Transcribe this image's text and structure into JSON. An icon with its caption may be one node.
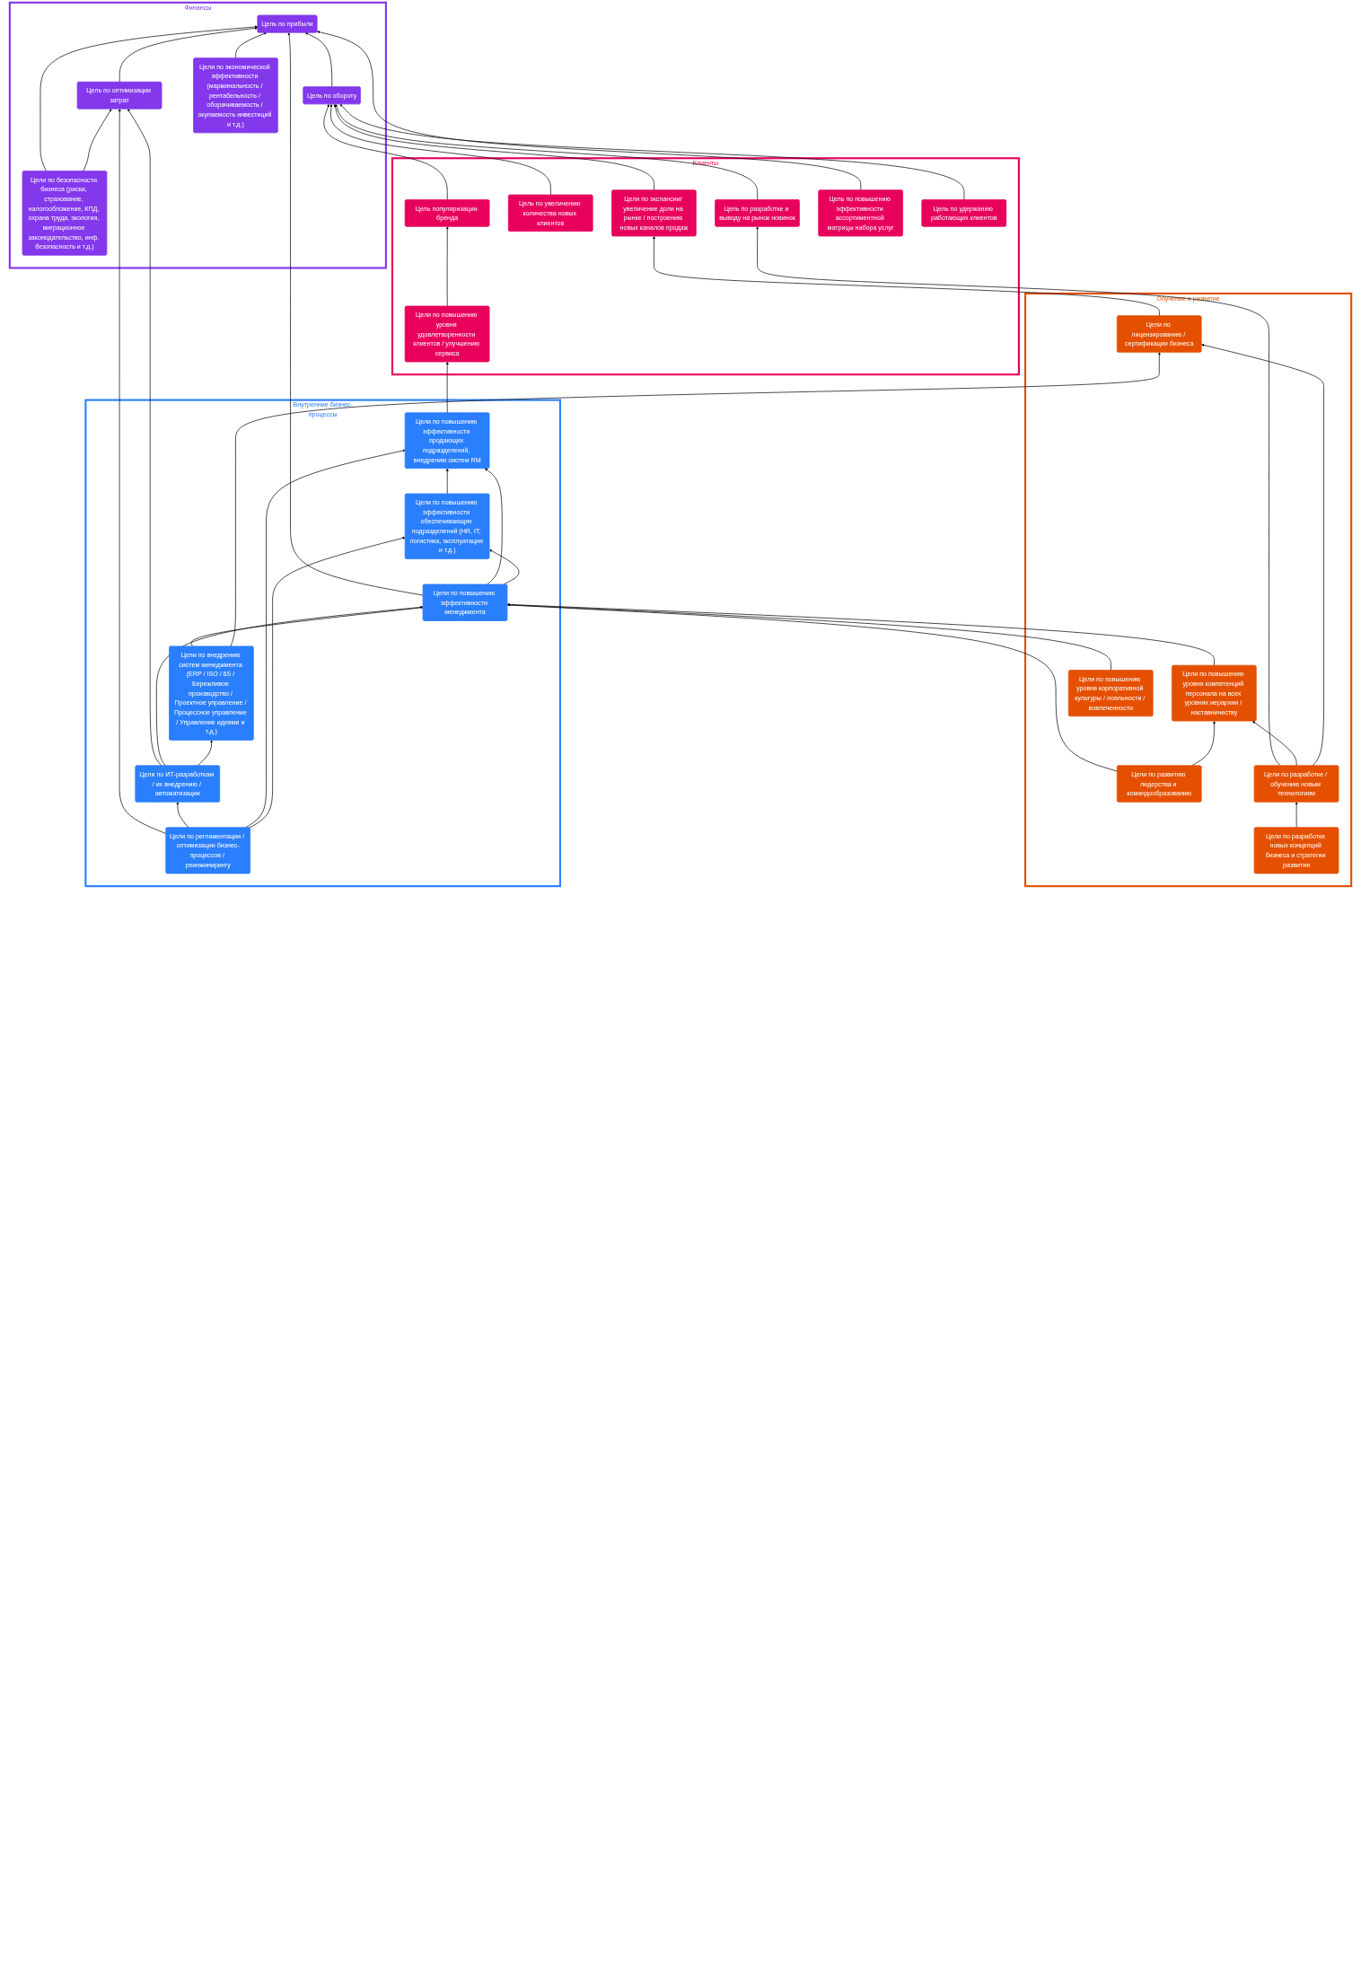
{
  "diagram": {
    "nodes": [
      {
        "text": [
          "Финансы"
        ]
      },
      {
        "text": [
          "Цель по прибыли"
        ],
        "in": 0
      },
      {
        "text": [
          "Цели по безопасности бизнеса (риски, страхование, налогообложение, КПД, охрана труда, экология, миграционное законодательство, инф. безопасность и т.д.)"
        ],
        "in": 0
      },
      {
        "text": [
          "Цель по оптимизации затрат"
        ],
        "in": 0
      },
      {
        "text": [
          "Цель по обороту"
        ],
        "in": 0
      },
      {
        "text": [
          "Цели по экономической эффективности (маржинальность / рентабельность / оборачиваемость / окупаемость инвестиций и т.д.)"
        ],
        "in": 0
      },
      {
        "text": [
          "Клиенты"
        ]
      },
      {
        "text": [
          "Цель по разработке и выводу на рынок новинок"
        ],
        "in": 6
      },
      {
        "text": [
          "Цель по увеличению количества новых клиентов"
        ],
        "in": 6
      },
      {
        "text": [
          "Цель популяризации бренда"
        ],
        "in": 6
      },
      {
        "text": [
          "Цели по экспансии/ увеличение доли на рынке / построению новых каналов продаж"
        ],
        "in": 6
      },
      {
        "text": [
          "Цель по повышению эффективности ассортиментной матрицы набора услуг"
        ],
        "in": 6
      },
      {
        "text": [
          "Цель по удержанию работающих клиентов"
        ],
        "in": 6
      },
      {
        "text": [
          "Цели по повышению уровня удовлетворенности клиентов / улучшению сервиса"
        ],
        "in": 6
      },
      {
        "text": [
          "Внутренние бизнес-процессы"
        ]
      },
      {
        "text": [
          "Цели по ИТ-разработкам / их внедрению / автоматизации"
        ],
        "in": 14
      },
      {
        "text": [
          "Цели по повышению эффективности менеджмента"
        ],
        "in": 14
      },
      {
        "text": [
          "Цели по повышению эффективности продающих подразделений, внедрению систем RM"
        ],
        "in": 14
      },
      {
        "text": [
          "Цели по внедрению систем менеджмента (ERP / ISO / 6S / Бережливое производство / Проектное управление / Процессное управление / Управление идеями и т.д.)"
        ],
        "in": 14
      },
      {
        "text": [
          "Цели по регламентации / оптимизации бизнес-процессов / реинжинирингу"
        ],
        "in": 14
      },
      {
        "text": [
          "Цели по повышению эффективности обеспечивающих подразделений (HR, IT, логистика, эксплуатация и т.д.)"
        ],
        "in": 14
      },
      {
        "text": [
          "Обучение и развитие"
        ]
      },
      {
        "text": [
          "Цели по развитию лидерства и командообразованию"
        ],
        "in": 21
      },
      {
        "text": [
          "Цели по повышению уровня компетенций персонала на всех уровнях иерархии / наставничеству"
        ],
        "in": 21
      },
      {
        "text": [
          "Цели по повышению уровня корпоративной культуры / лояльности / вовлеченности"
        ],
        "in": 21
      },
      {
        "text": [
          "Цели по лицензированию / сертификации бизнеса"
        ],
        "in": 21
      },
      {
        "text": [
          "Цели по разработке новых концепций бизнеса и стратегии развития"
        ],
        "in": 21
      },
      {
        "text": [
          "Цели по разработке / обучению новым технологиям"
        ],
        "in": 21
      }
    ],
    "edges": [
      {
        "from": 2,
        "to": 1,
        "arrow": "to"
      },
      {
        "from": 2,
        "to": 3,
        "arrow": "to"
      },
      {
        "from": 3,
        "to": 1,
        "arrow": "to"
      },
      {
        "from": 4,
        "to": 1,
        "arrow": "to"
      },
      {
        "from": 5,
        "to": 1,
        "arrow": "to"
      },
      {
        "from": 10,
        "to": 4,
        "arrow": "to"
      },
      {
        "from": 15,
        "to": 3,
        "arrow": "to"
      },
      {
        "from": 19,
        "to": 3,
        "arrow": "to"
      },
      {
        "from": 8,
        "to": 4,
        "arrow": "to"
      },
      {
        "from": 12,
        "to": 4,
        "arrow": "to"
      },
      {
        "from": 16,
        "to": 1,
        "arrow": "to"
      },
      {
        "from": 11,
        "to": 1,
        "arrow": "to"
      },
      {
        "from": 7,
        "to": 4,
        "arrow": "to"
      },
      {
        "from": 9,
        "to": 4,
        "arrow": "to"
      },
      {
        "from": 27,
        "to": 7,
        "arrow": "to"
      },
      {
        "from": 13,
        "to": 9,
        "arrow": "to"
      },
      {
        "from": 17,
        "to": 13,
        "arrow": "to"
      },
      {
        "from": 15,
        "to": 16,
        "arrow": "to"
      },
      {
        "from": 19,
        "to": 15,
        "arrow": "to"
      },
      {
        "from": 16,
        "to": 17,
        "arrow": "to"
      },
      {
        "from": 18,
        "to": 16,
        "arrow": "to"
      },
      {
        "from": 19,
        "to": 17,
        "arrow": "to"
      },
      {
        "from": 19,
        "to": 20,
        "arrow": "to"
      },
      {
        "from": 16,
        "to": 20,
        "arrow": "to"
      },
      {
        "from": 24,
        "to": 16,
        "arrow": "to"
      },
      {
        "from": 20,
        "to": 17,
        "arrow": "to"
      },
      {
        "from": 15,
        "to": 18,
        "arrow": "to"
      },
      {
        "from": 18,
        "to": 25,
        "arrow": "to"
      },
      {
        "from": 25,
        "to": 10,
        "arrow": "to"
      },
      {
        "from": 22,
        "to": 16,
        "arrow": "to"
      },
      {
        "from": 23,
        "to": 16,
        "arrow": "to"
      },
      {
        "from": 22,
        "to": 23,
        "arrow": "to"
      },
      {
        "from": 27,
        "to": 23,
        "arrow": "to"
      },
      {
        "from": 27,
        "to": 25,
        "arrow": "to"
      },
      {
        "from": 26,
        "to": 27,
        "arrow": "to"
      }
    ]
  }
}
